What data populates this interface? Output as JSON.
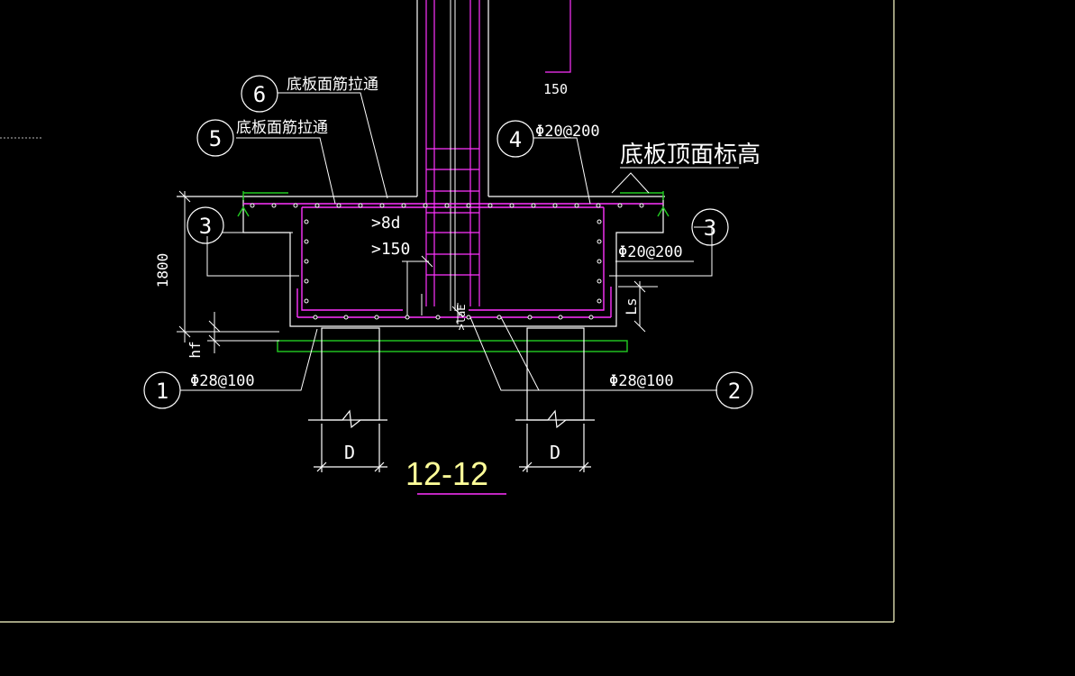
{
  "section_title": "12-12",
  "labels": {
    "top_dim": "150",
    "elev_label": "底板顶面标高",
    "note_5": "底板面筋拉通",
    "note_6": "底板面筋拉通",
    "spec_4": "Φ20@200",
    "spec_3": "Φ20@200",
    "spec_1": "Φ28@100",
    "spec_2": "Φ28@100",
    "anchor_8d": ">8d",
    "anchor_150": ">150",
    "height": "1800",
    "hf": "hf",
    "ls": "Ls",
    "lae": ">laE",
    "pile_left": "D",
    "pile_right": "D"
  },
  "markers": {
    "m1": "1",
    "m2": "2",
    "m3_left": "3",
    "m3_right": "3",
    "m4": "4",
    "m5": "5",
    "m6": "6"
  },
  "colors": {
    "background": "#000000",
    "outline": "#ffffff",
    "rebar": "#ff33ff",
    "ground": "#22cc22",
    "title": "#ffff99",
    "frame": "#ffffcc"
  }
}
